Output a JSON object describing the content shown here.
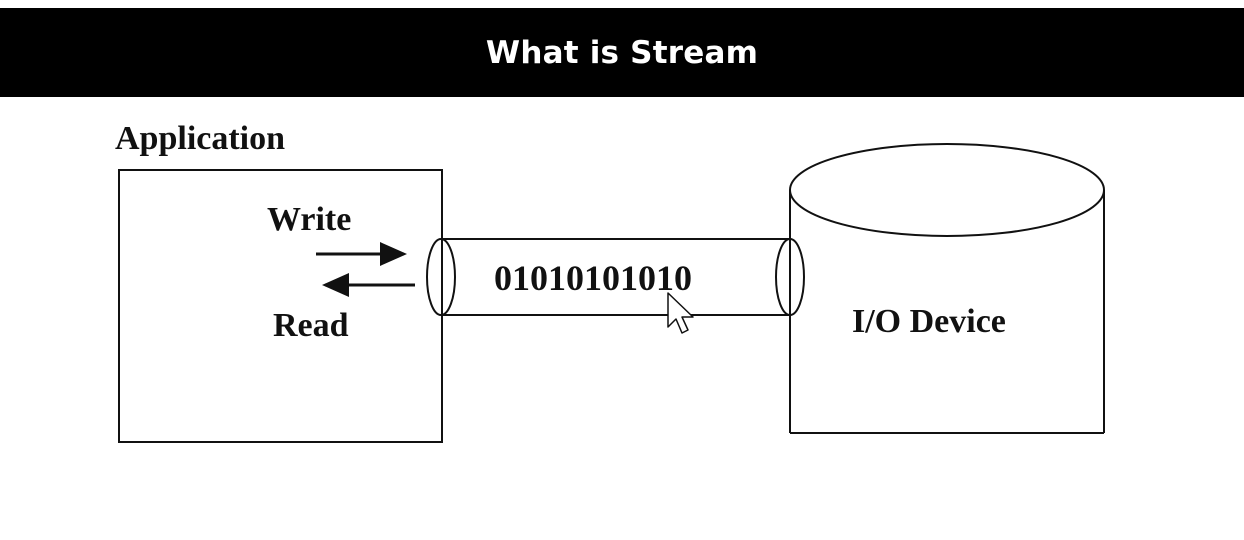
{
  "header": {
    "title": "What is Stream"
  },
  "diagram": {
    "application_label": "Application",
    "write_label": "Write",
    "read_label": "Read",
    "stream_bits": "01010101010",
    "device_label": "I/O Device"
  },
  "colors": {
    "header_bg": "#000000",
    "header_text": "#ffffff",
    "stroke": "#111111"
  }
}
